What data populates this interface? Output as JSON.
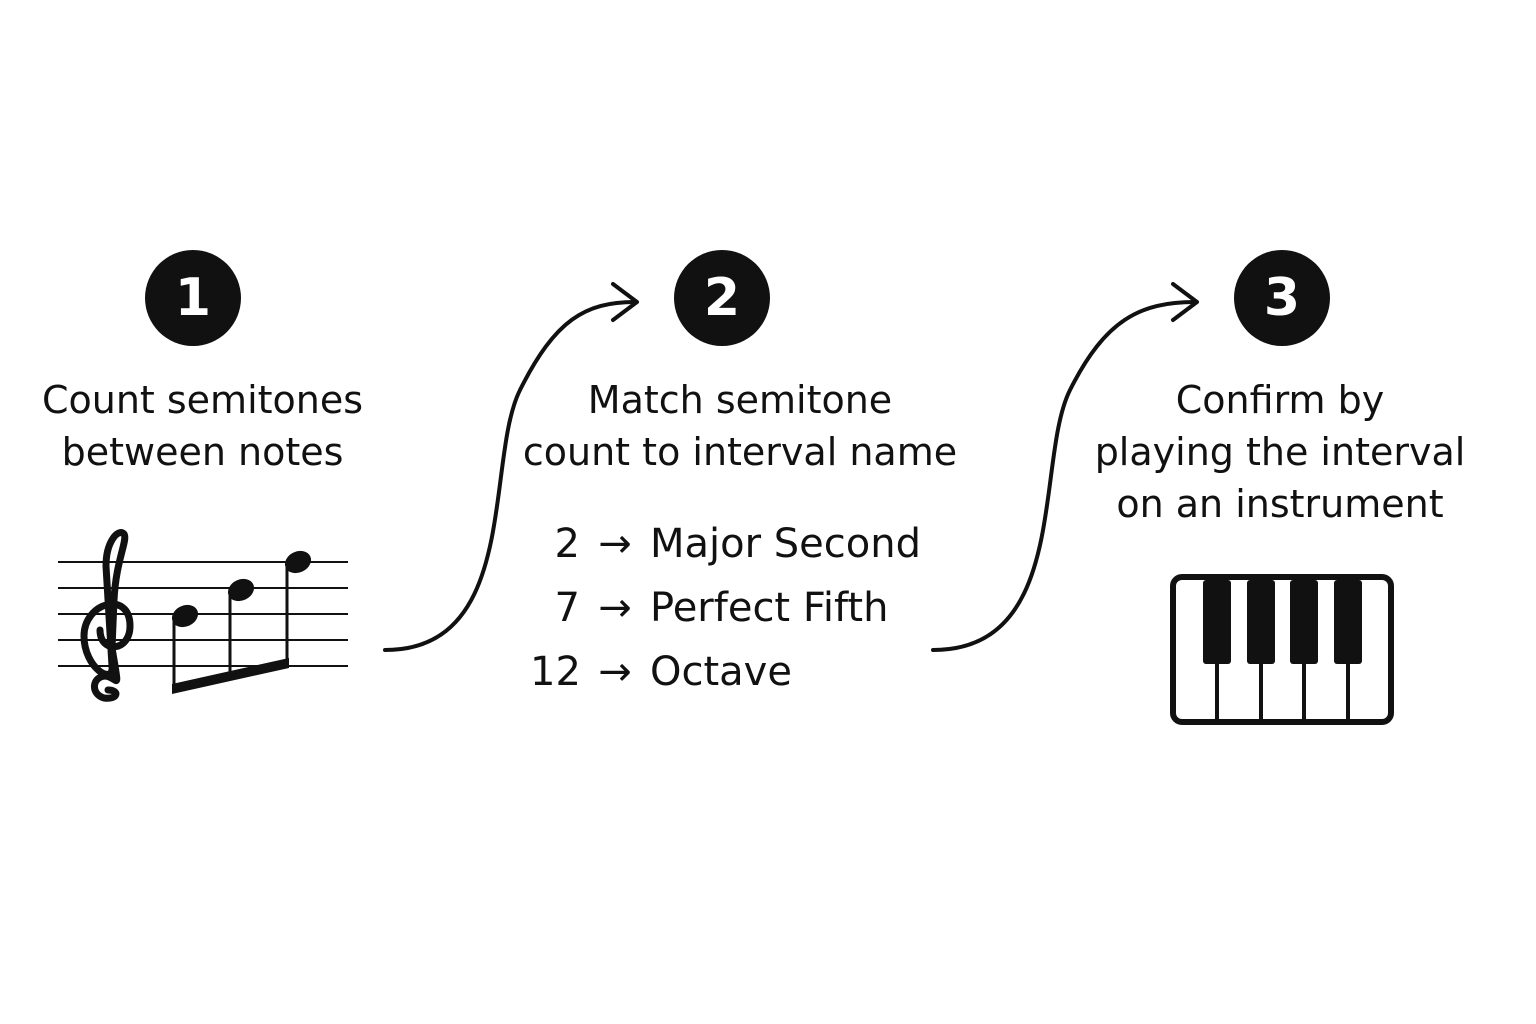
{
  "colors": {
    "ink": "#111111",
    "background": "#ffffff"
  },
  "steps": [
    {
      "number": "1",
      "caption_lines": [
        "Count semitones",
        "between notes"
      ],
      "icon": "music-staff-icon"
    },
    {
      "number": "2",
      "caption_lines": [
        "Match semitone",
        "count to interval name"
      ],
      "mappings": [
        {
          "semitones": "2",
          "arrow": "→",
          "interval": "Major Second"
        },
        {
          "semitones": "7",
          "arrow": "→",
          "interval": "Perfect Fifth"
        },
        {
          "semitones": "12",
          "arrow": "→",
          "interval": "Octave"
        }
      ]
    },
    {
      "number": "3",
      "caption_lines": [
        "Confirm by",
        "playing the interval",
        "on an instrument"
      ],
      "icon": "piano-keyboard-icon"
    }
  ],
  "connectors": [
    "curved-arrow-icon",
    "curved-arrow-icon"
  ]
}
